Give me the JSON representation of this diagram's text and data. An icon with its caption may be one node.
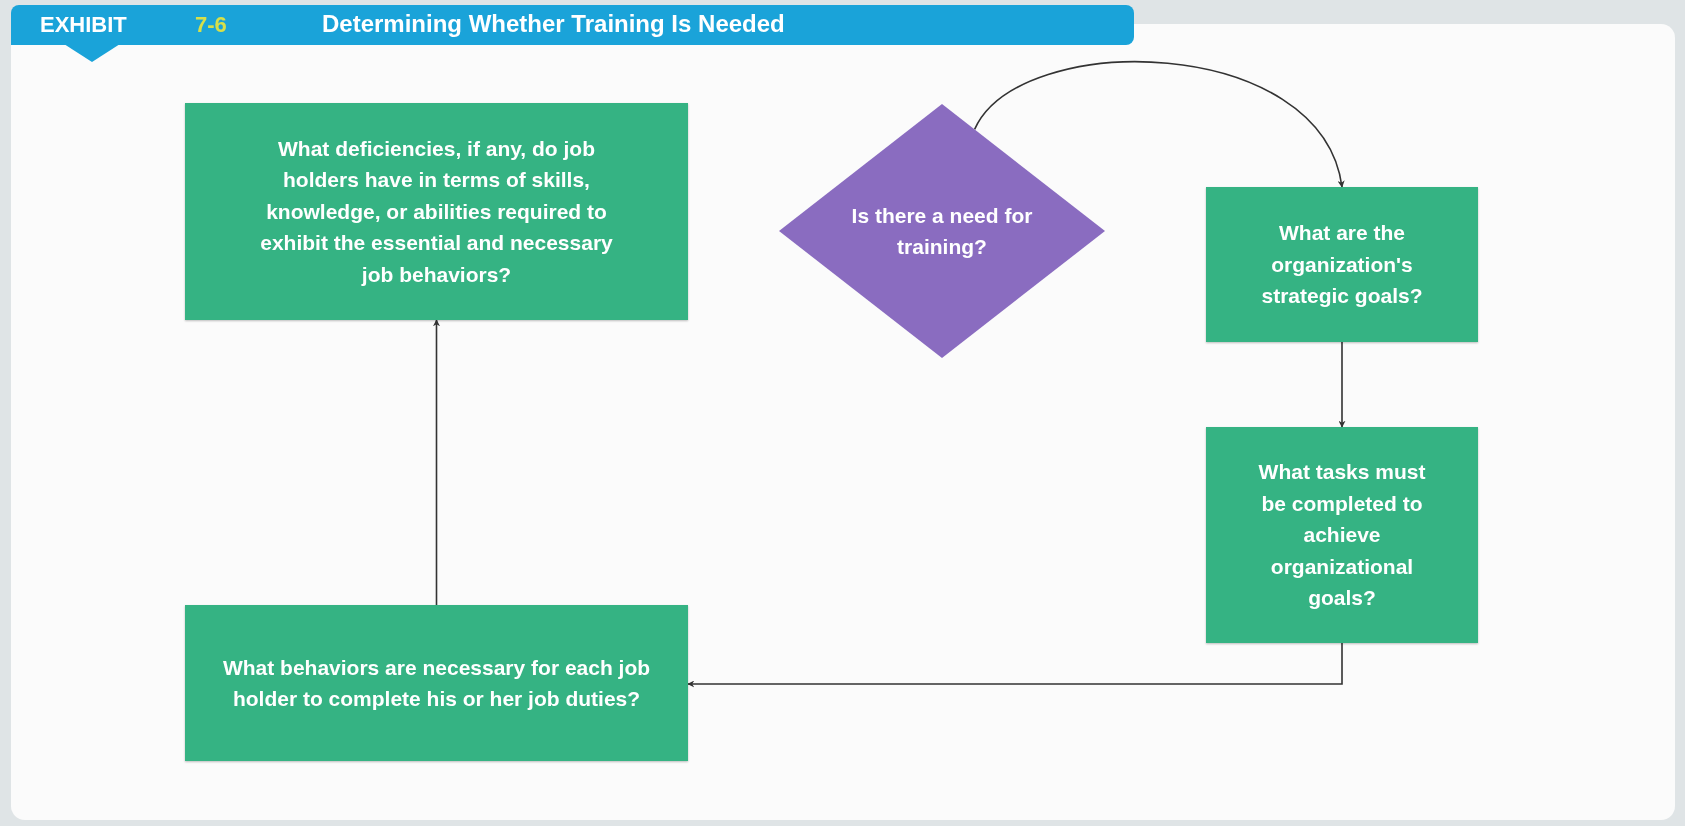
{
  "diagram": {
    "title": "Determining Whether Training Is Needed",
    "nodes": [
      {
        "text": [
          "What deficiencies, if any, do job holders have in terms of skills, knowledge, or abilities required to exhibit the essential and necessary job behaviors?"
        ]
      },
      {
        "text": [
          "Is there a need for training?"
        ]
      },
      {
        "text": [
          "What are the organization's strategic goals?"
        ]
      },
      {
        "text": [
          "What tasks must be completed to achieve organizational goals?"
        ]
      },
      {
        "text": [
          "What behaviors are necessary for each job holder to complete his or her job duties?"
        ]
      }
    ],
    "edges": [
      {
        "from": 1,
        "to": 2,
        "arrow": "to"
      },
      {
        "from": 2,
        "to": 3,
        "arrow": "to"
      },
      {
        "from": 3,
        "to": 4,
        "arrow": "to"
      },
      {
        "from": 4,
        "to": 0,
        "arrow": "to"
      }
    ],
    "labels": [
      "EXHIBIT",
      "7-6"
    ]
  }
}
